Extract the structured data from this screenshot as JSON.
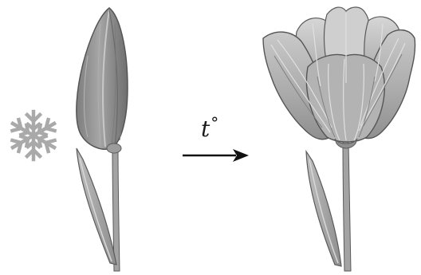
{
  "illustration": {
    "cold_symbol": "snowflake-icon",
    "transition": {
      "variable": "t",
      "degree_symbol": "°",
      "arrow": "right-arrow-icon"
    },
    "left_flower": "closed-tulip-bud",
    "right_flower": "open-tulip-bloom",
    "colors": {
      "petal_dark": "#8c8c8c",
      "petal_light": "#c4c4c4",
      "stem": "#9e9e9e",
      "outline": "#5a5a5a",
      "snowflake": "#a9a9a9",
      "arrow": "#111111"
    }
  }
}
